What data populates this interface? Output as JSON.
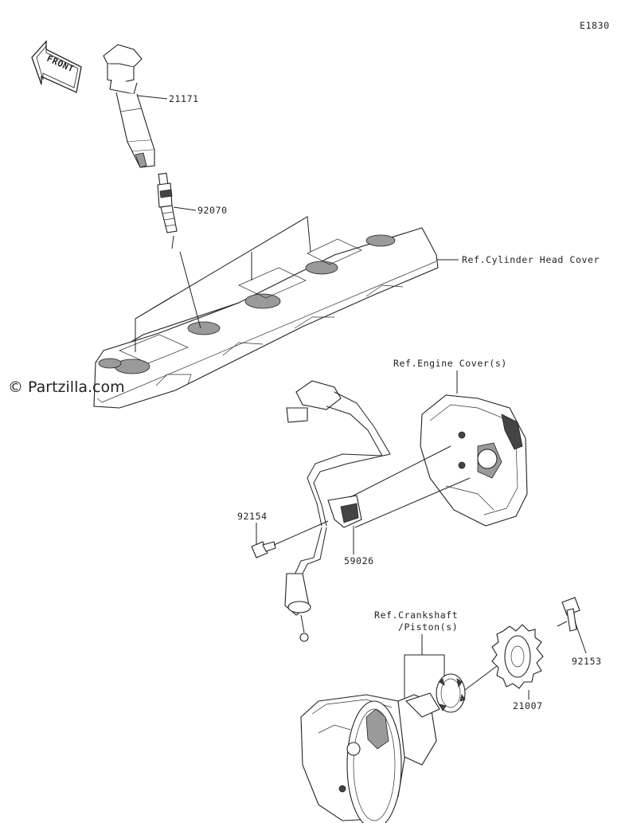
{
  "diagram_code": "E1830",
  "watermark": "© Partzilla.com",
  "front_label": "FRONT",
  "parts": [
    {
      "id": "21171",
      "label": "21171"
    },
    {
      "id": "92070",
      "label": "92070"
    },
    {
      "id": "92154",
      "label": "92154"
    },
    {
      "id": "59026",
      "label": "59026"
    },
    {
      "id": "92153",
      "label": "92153"
    },
    {
      "id": "21007",
      "label": "21007"
    }
  ],
  "references": {
    "cylinder_head_cover": "Ref.Cylinder Head Cover",
    "engine_cover": "Ref.Engine Cover(s)",
    "crankshaft_line1": "Ref.Crankshaft",
    "crankshaft_line2": "/Piston(s)"
  }
}
